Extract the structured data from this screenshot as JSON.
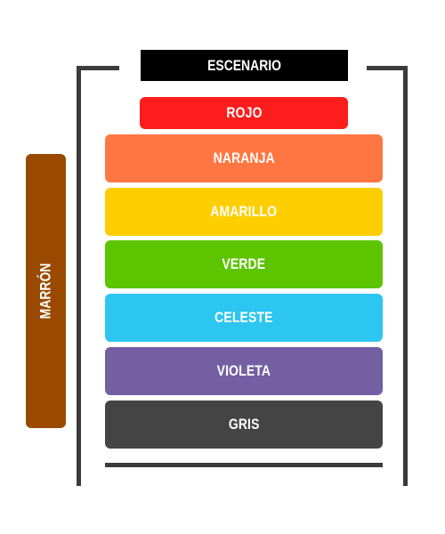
{
  "stage": {
    "label": "ESCENARIO",
    "color": "#000000"
  },
  "side_zone": {
    "label": "MARRÓN",
    "color": "#9a4a00"
  },
  "zones": [
    {
      "label": "ROJO",
      "color": "#fc1d1c"
    },
    {
      "label": "NARANJA",
      "color": "#ff7643"
    },
    {
      "label": "AMARILLO",
      "color": "#ffce00"
    },
    {
      "label": "VERDE",
      "color": "#5dc400"
    },
    {
      "label": "CELESTE",
      "color": "#2dc6f1"
    },
    {
      "label": "VIOLETA",
      "color": "#745fa3"
    },
    {
      "label": "GRIS",
      "color": "#444444"
    }
  ]
}
